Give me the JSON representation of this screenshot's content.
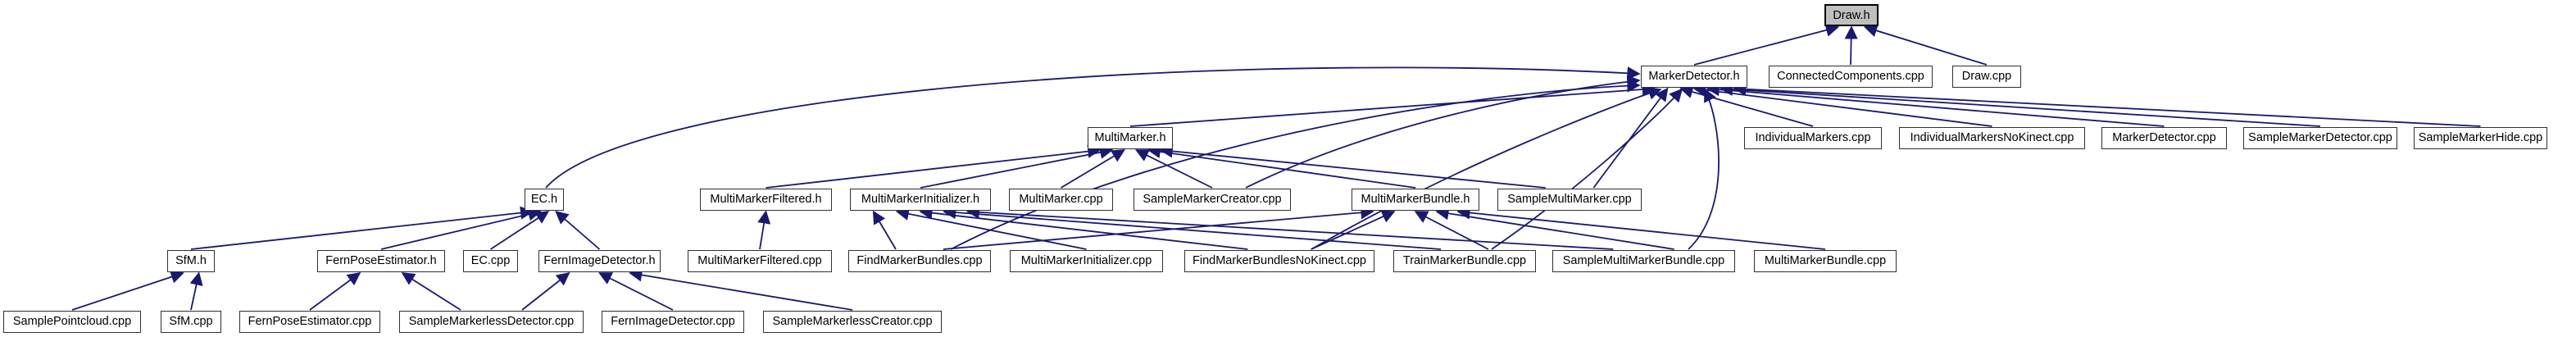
{
  "diagram": {
    "type": "include-dependency-graph",
    "root": "Draw.h",
    "colors": {
      "edge": "#191970",
      "node_border": "#303030",
      "node_fill": "#ffffff",
      "root_fill": "#bfbfbf",
      "text": "#000000",
      "background": "#ffffff"
    },
    "nodes": [
      {
        "id": "Draw.h",
        "label": "Draw.h",
        "root": true
      },
      {
        "id": "MarkerDetector.h",
        "label": "MarkerDetector.h",
        "root": false
      },
      {
        "id": "ConnectedComponents.cpp",
        "label": "ConnectedComponents.cpp",
        "root": false
      },
      {
        "id": "Draw.cpp",
        "label": "Draw.cpp",
        "root": false
      },
      {
        "id": "MultiMarker.h",
        "label": "MultiMarker.h",
        "root": false
      },
      {
        "id": "IndividualMarkers.cpp",
        "label": "IndividualMarkers.cpp",
        "root": false
      },
      {
        "id": "IndividualMarkersNoKinect.cpp",
        "label": "IndividualMarkersNoKinect.cpp",
        "root": false
      },
      {
        "id": "MarkerDetector.cpp",
        "label": "MarkerDetector.cpp",
        "root": false
      },
      {
        "id": "SampleMarkerDetector.cpp",
        "label": "SampleMarkerDetector.cpp",
        "root": false
      },
      {
        "id": "SampleMarkerHide.cpp",
        "label": "SampleMarkerHide.cpp",
        "root": false
      },
      {
        "id": "EC.h",
        "label": "EC.h",
        "root": false
      },
      {
        "id": "MultiMarkerFiltered.h",
        "label": "MultiMarkerFiltered.h",
        "root": false
      },
      {
        "id": "MultiMarkerInitializer.h",
        "label": "MultiMarkerInitializer.h",
        "root": false
      },
      {
        "id": "MultiMarker.cpp",
        "label": "MultiMarker.cpp",
        "root": false
      },
      {
        "id": "SampleMarkerCreator.cpp",
        "label": "SampleMarkerCreator.cpp",
        "root": false
      },
      {
        "id": "MultiMarkerBundle.h",
        "label": "MultiMarkerBundle.h",
        "root": false
      },
      {
        "id": "SampleMultiMarker.cpp",
        "label": "SampleMultiMarker.cpp",
        "root": false
      },
      {
        "id": "SfM.h",
        "label": "SfM.h",
        "root": false
      },
      {
        "id": "FernPoseEstimator.h",
        "label": "FernPoseEstimator.h",
        "root": false
      },
      {
        "id": "EC.cpp",
        "label": "EC.cpp",
        "root": false
      },
      {
        "id": "FernImageDetector.h",
        "label": "FernImageDetector.h",
        "root": false
      },
      {
        "id": "MultiMarkerFiltered.cpp",
        "label": "MultiMarkerFiltered.cpp",
        "root": false
      },
      {
        "id": "FindMarkerBundles.cpp",
        "label": "FindMarkerBundles.cpp",
        "root": false
      },
      {
        "id": "MultiMarkerInitializer.cpp",
        "label": "MultiMarkerInitializer.cpp",
        "root": false
      },
      {
        "id": "FindMarkerBundlesNoKinect.cpp",
        "label": "FindMarkerBundlesNoKinect.cpp",
        "root": false
      },
      {
        "id": "TrainMarkerBundle.cpp",
        "label": "TrainMarkerBundle.cpp",
        "root": false
      },
      {
        "id": "SampleMultiMarkerBundle.cpp",
        "label": "SampleMultiMarkerBundle.cpp",
        "root": false
      },
      {
        "id": "MultiMarkerBundle.cpp",
        "label": "MultiMarkerBundle.cpp",
        "root": false
      },
      {
        "id": "SamplePointcloud.cpp",
        "label": "SamplePointcloud.cpp",
        "root": false
      },
      {
        "id": "SfM.cpp",
        "label": "SfM.cpp",
        "root": false
      },
      {
        "id": "FernPoseEstimator.cpp",
        "label": "FernPoseEstimator.cpp",
        "root": false
      },
      {
        "id": "SampleMarkerlessDetector.cpp",
        "label": "SampleMarkerlessDetector.cpp",
        "root": false
      },
      {
        "id": "FernImageDetector.cpp",
        "label": "FernImageDetector.cpp",
        "root": false
      },
      {
        "id": "SampleMarkerlessCreator.cpp",
        "label": "SampleMarkerlessCreator.cpp",
        "root": false
      }
    ],
    "edges": [
      {
        "from": "MarkerDetector.h",
        "to": "Draw.h"
      },
      {
        "from": "ConnectedComponents.cpp",
        "to": "Draw.h"
      },
      {
        "from": "Draw.cpp",
        "to": "Draw.h"
      },
      {
        "from": "MultiMarker.h",
        "to": "MarkerDetector.h"
      },
      {
        "from": "EC.h",
        "to": "MarkerDetector.h"
      },
      {
        "from": "IndividualMarkers.cpp",
        "to": "MarkerDetector.h"
      },
      {
        "from": "IndividualMarkersNoKinect.cpp",
        "to": "MarkerDetector.h"
      },
      {
        "from": "MarkerDetector.cpp",
        "to": "MarkerDetector.h"
      },
      {
        "from": "SampleMarkerDetector.cpp",
        "to": "MarkerDetector.h"
      },
      {
        "from": "SampleMarkerHide.cpp",
        "to": "MarkerDetector.h"
      },
      {
        "from": "SampleMarkerCreator.cpp",
        "to": "MarkerDetector.h"
      },
      {
        "from": "SampleMultiMarker.cpp",
        "to": "MarkerDetector.h"
      },
      {
        "from": "FindMarkerBundles.cpp",
        "to": "MarkerDetector.h"
      },
      {
        "from": "FindMarkerBundlesNoKinect.cpp",
        "to": "MarkerDetector.h"
      },
      {
        "from": "TrainMarkerBundle.cpp",
        "to": "MarkerDetector.h"
      },
      {
        "from": "SampleMultiMarkerBundle.cpp",
        "to": "MarkerDetector.h"
      },
      {
        "from": "MultiMarkerFiltered.h",
        "to": "MultiMarker.h"
      },
      {
        "from": "MultiMarkerInitializer.h",
        "to": "MultiMarker.h"
      },
      {
        "from": "MultiMarker.cpp",
        "to": "MultiMarker.h"
      },
      {
        "from": "SampleMarkerCreator.cpp",
        "to": "MultiMarker.h"
      },
      {
        "from": "MultiMarkerBundle.h",
        "to": "MultiMarker.h"
      },
      {
        "from": "SampleMultiMarker.cpp",
        "to": "MultiMarker.h"
      },
      {
        "from": "SfM.h",
        "to": "EC.h"
      },
      {
        "from": "FernPoseEstimator.h",
        "to": "EC.h"
      },
      {
        "from": "EC.cpp",
        "to": "EC.h"
      },
      {
        "from": "FernImageDetector.h",
        "to": "EC.h"
      },
      {
        "from": "MultiMarkerFiltered.cpp",
        "to": "MultiMarkerFiltered.h"
      },
      {
        "from": "FindMarkerBundles.cpp",
        "to": "MultiMarkerInitializer.h"
      },
      {
        "from": "FindMarkerBundlesNoKinect.cpp",
        "to": "MultiMarkerInitializer.h"
      },
      {
        "from": "MultiMarkerInitializer.cpp",
        "to": "MultiMarkerInitializer.h"
      },
      {
        "from": "TrainMarkerBundle.cpp",
        "to": "MultiMarkerInitializer.h"
      },
      {
        "from": "SampleMultiMarkerBundle.cpp",
        "to": "MultiMarkerInitializer.h"
      },
      {
        "from": "FindMarkerBundles.cpp",
        "to": "MultiMarkerBundle.h"
      },
      {
        "from": "FindMarkerBundlesNoKinect.cpp",
        "to": "MultiMarkerBundle.h"
      },
      {
        "from": "TrainMarkerBundle.cpp",
        "to": "MultiMarkerBundle.h"
      },
      {
        "from": "SampleMultiMarkerBundle.cpp",
        "to": "MultiMarkerBundle.h"
      },
      {
        "from": "MultiMarkerBundle.cpp",
        "to": "MultiMarkerBundle.h"
      },
      {
        "from": "SamplePointcloud.cpp",
        "to": "SfM.h"
      },
      {
        "from": "SfM.cpp",
        "to": "SfM.h"
      },
      {
        "from": "FernPoseEstimator.cpp",
        "to": "FernPoseEstimator.h"
      },
      {
        "from": "SampleMarkerlessDetector.cpp",
        "to": "FernPoseEstimator.h"
      },
      {
        "from": "SampleMarkerlessDetector.cpp",
        "to": "FernImageDetector.h"
      },
      {
        "from": "FernImageDetector.cpp",
        "to": "FernImageDetector.h"
      },
      {
        "from": "SampleMarkerlessCreator.cpp",
        "to": "FernImageDetector.h"
      }
    ]
  }
}
